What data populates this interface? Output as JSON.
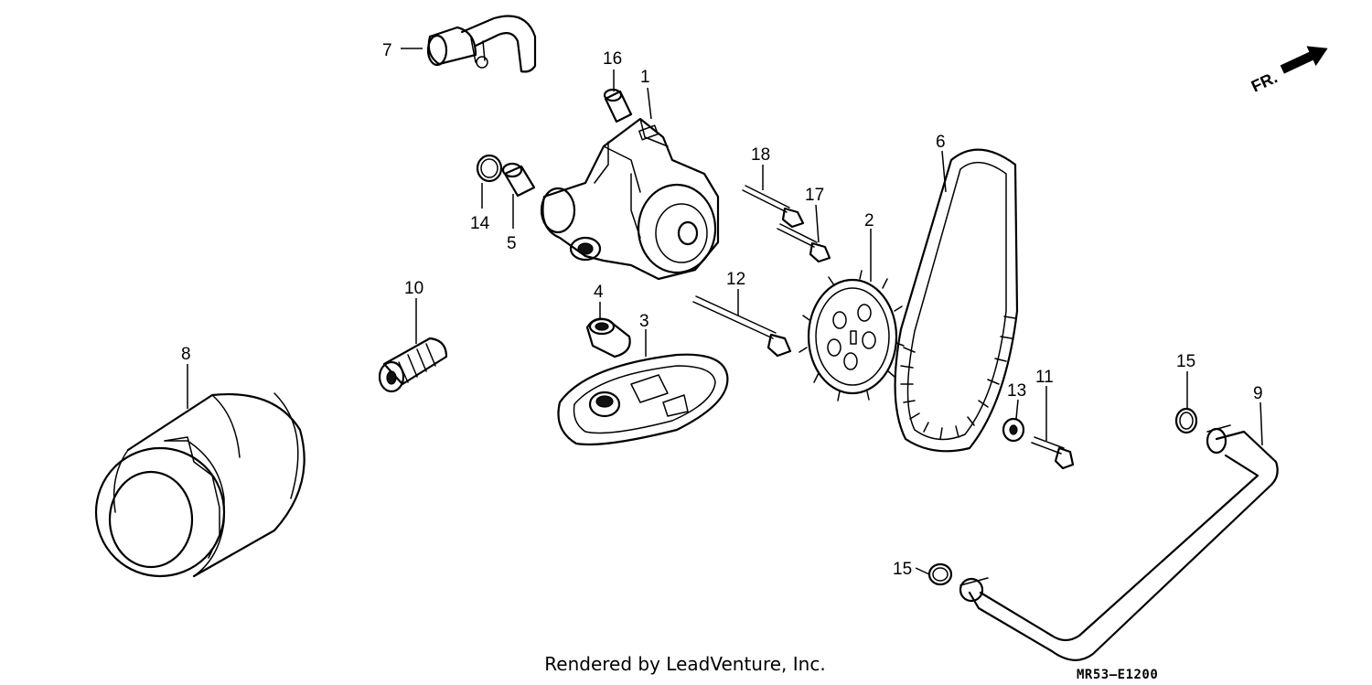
{
  "credit": "Rendered by LeadVenture, Inc.",
  "diagram_code": "MR53–E1200",
  "direction_label": "FR.",
  "callouts": [
    {
      "number": "1"
    },
    {
      "number": "2"
    },
    {
      "number": "3"
    },
    {
      "number": "4"
    },
    {
      "number": "5"
    },
    {
      "number": "6"
    },
    {
      "number": "7"
    },
    {
      "number": "8"
    },
    {
      "number": "9"
    },
    {
      "number": "10"
    },
    {
      "number": "11"
    },
    {
      "number": "12"
    },
    {
      "number": "13"
    },
    {
      "number": "14"
    },
    {
      "number": "15"
    },
    {
      "number": "15"
    },
    {
      "number": "16"
    },
    {
      "number": "17"
    },
    {
      "number": "18"
    }
  ]
}
